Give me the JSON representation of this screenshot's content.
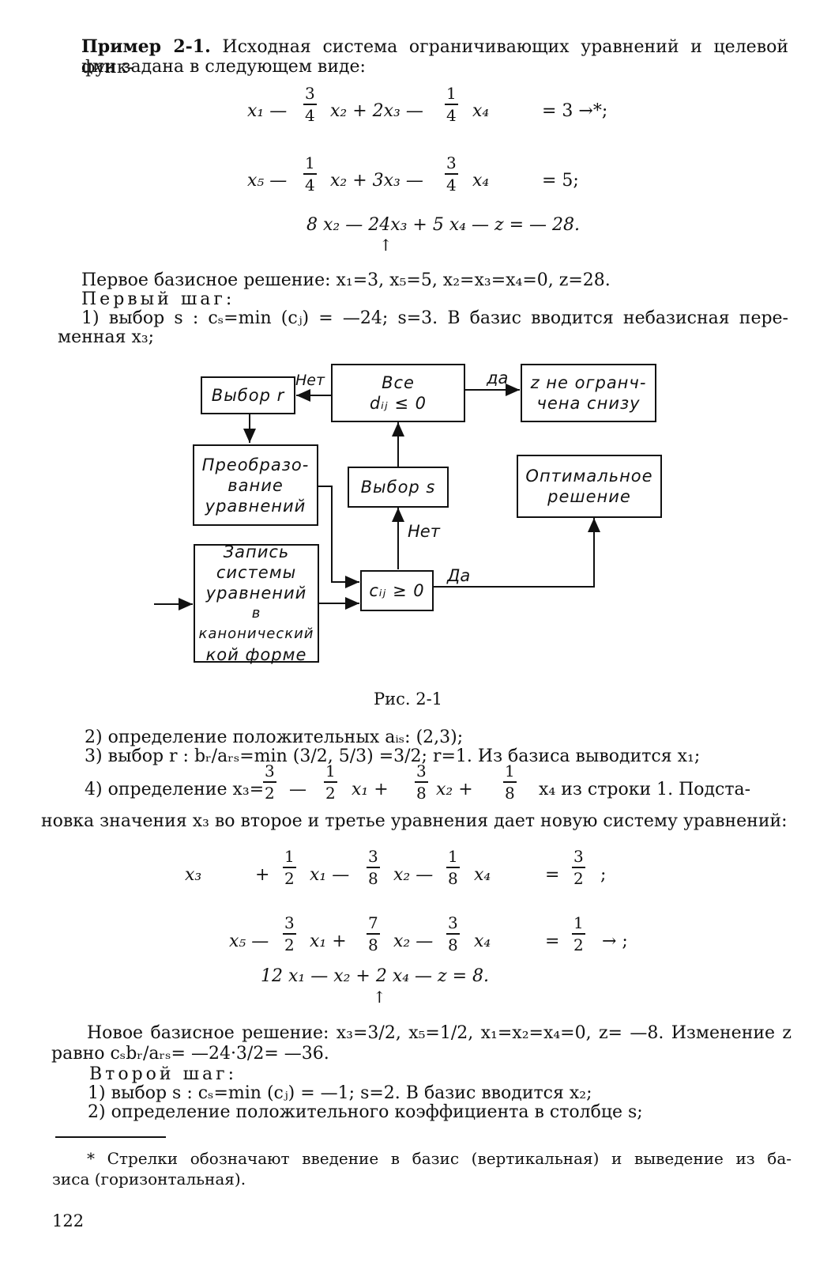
{
  "intro": {
    "line1_bold": "Пример 2-1.",
    "line1_rest": " Исходная система ограничивающих уравнений и целевой функ-",
    "line2": "ции задана в следующем виде:"
  },
  "system1": {
    "eq1": {
      "a": "x₁ —",
      "b": "x₂ + 2x₃ —",
      "c": "x₄",
      "rhs": "= 3 →*;",
      "f1n": "3",
      "f1d": "4",
      "f2n": "1",
      "f2d": "4"
    },
    "eq2": {
      "a": "x₅ —",
      "b": "x₂ + 3x₃ —",
      "c": "x₄",
      "rhs": "= 5;",
      "f1n": "1",
      "f1d": "4",
      "f2n": "3",
      "f2d": "4"
    },
    "eq3": "8  x₂ — 24x₃ +  5  x₄ — z =  — 28.",
    "arrow": "↑"
  },
  "text1": {
    "basic": "Первое базисное решение: x₁=3, x₅=5, x₂=x₃=x₄=0, z=28.",
    "step1": "Первый шаг:",
    "item1a": "1) выбор s : cₛ=min (cⱼ) = —24;  s=3.  В  базис  вводится  небазисная  пере-",
    "item1b": "менная x₃;"
  },
  "flow": {
    "vybor_r": "Выбор r",
    "vse_1": "Все",
    "vse_2": "dᵢⱼ ≤ 0",
    "z_1": "z не огранч-",
    "z_2": "чена снизу",
    "preob_1": "Преобразо-",
    "preob_2": "вание",
    "preob_3": "уравнений",
    "vybor_s": "Выбор s",
    "opt_1": "Оптимальное",
    "opt_2": "решение",
    "zap_1": "Запись",
    "zap_2": "системы",
    "zap_3": "уравнений",
    "zap_4": "в канонический",
    "zap_5": "кой форме",
    "cij": "cᵢⱼ ≥ 0",
    "net1": "Нет",
    "da1": "да",
    "net2": "Нет",
    "da2": "Да"
  },
  "caption": "Рис. 2-1",
  "text2": {
    "item2": "2) определение положительных aᵢₛ: (2,3);",
    "item3": "3) выбор r : bᵣ/aᵣₛ=min (3/2, 5/3) =3/2;  r=1.  Из базиса выводится x₁;",
    "item4_pre": "4) определение  x₃=",
    "item4_mid1": "—",
    "item4_x1": "x₁ +",
    "item4_x2": "x₂ +",
    "item4_post": "x₄  из  строки  1.  Подста-",
    "item4_f1n": "3",
    "item4_f1d": "2",
    "item4_f2n": "1",
    "item4_f2d": "2",
    "item4_f3n": "3",
    "item4_f3d": "8",
    "item4_f4n": "1",
    "item4_f4d": "8",
    "item4b": "новка  значения x₃ во второе и третье уравнения дает новую систему уравнений:"
  },
  "system2": {
    "eq1": {
      "a": "x₃",
      "b": "+",
      "c": "x₁ —",
      "d": "x₂ —",
      "e": "x₄",
      "rhs": "=",
      "tail": ";",
      "f1n": "1",
      "f1d": "2",
      "f2n": "3",
      "f2d": "8",
      "f3n": "1",
      "f3d": "8",
      "f4n": "3",
      "f4d": "2"
    },
    "eq2": {
      "a": "x₅ —",
      "c": "x₁ +",
      "d": "x₂ —",
      "e": "x₄",
      "rhs": "=",
      "tail": "→ ;",
      "f1n": "3",
      "f1d": "2",
      "f2n": "7",
      "f2d": "8",
      "f3n": "3",
      "f3d": "8",
      "f4n": "1",
      "f4d": "2"
    },
    "eq3": "12 x₁ —        x₂ +  2  x₄ — z = 8.",
    "arrow": "↑"
  },
  "text3": {
    "new_basic_a": "Новое базисное решение: x₃=3/2, x₅=1/2, x₁=x₂=x₄=0, z= —8. Изменение z",
    "new_basic_b": "равно cₛbᵣ/aᵣₛ= —24·3/2= —36.",
    "step2": "Второй шаг:",
    "item1": "1) выбор s : cₛ=min (cⱼ) = —1; s=2. В базис вводится x₂;",
    "item2": "2) определение положительного коэффициента в столбце s;"
  },
  "footnote": {
    "a": "* Стрелки обозначают введение в базис (вертикальная) и выведение из ба-",
    "b": "зиса (горизонтальная)."
  },
  "page_number": "122"
}
